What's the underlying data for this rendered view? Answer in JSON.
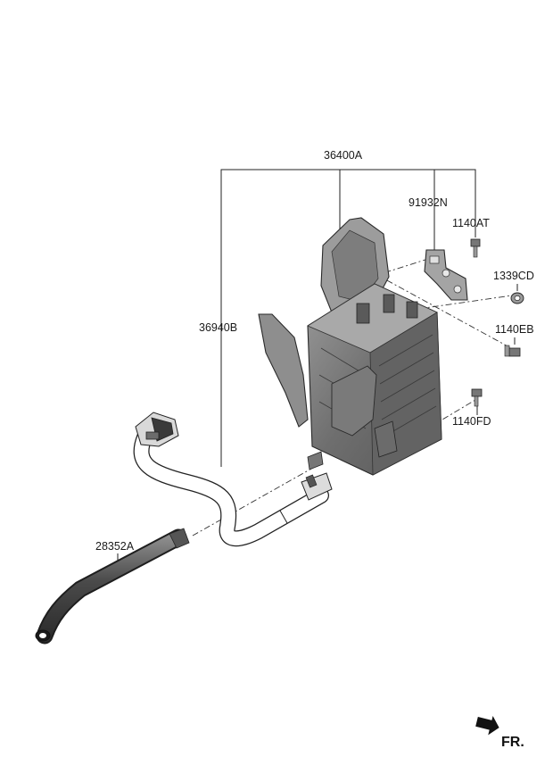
{
  "part_labels": {
    "p36400a": "36400A",
    "p91932n": "91932N",
    "p1140at": "1140AT",
    "p1339cd": "1339CD",
    "p36940b": "36940B",
    "p1140eb": "1140EB",
    "p1140fd": "1140FD",
    "p28352a": "28352A"
  },
  "direction_indicator": {
    "label": "FR."
  },
  "colors": {
    "line": "#222222",
    "part_dark": "#5f5f5f",
    "part_mid": "#8a8a8a",
    "part_light": "#bdbdbd"
  }
}
